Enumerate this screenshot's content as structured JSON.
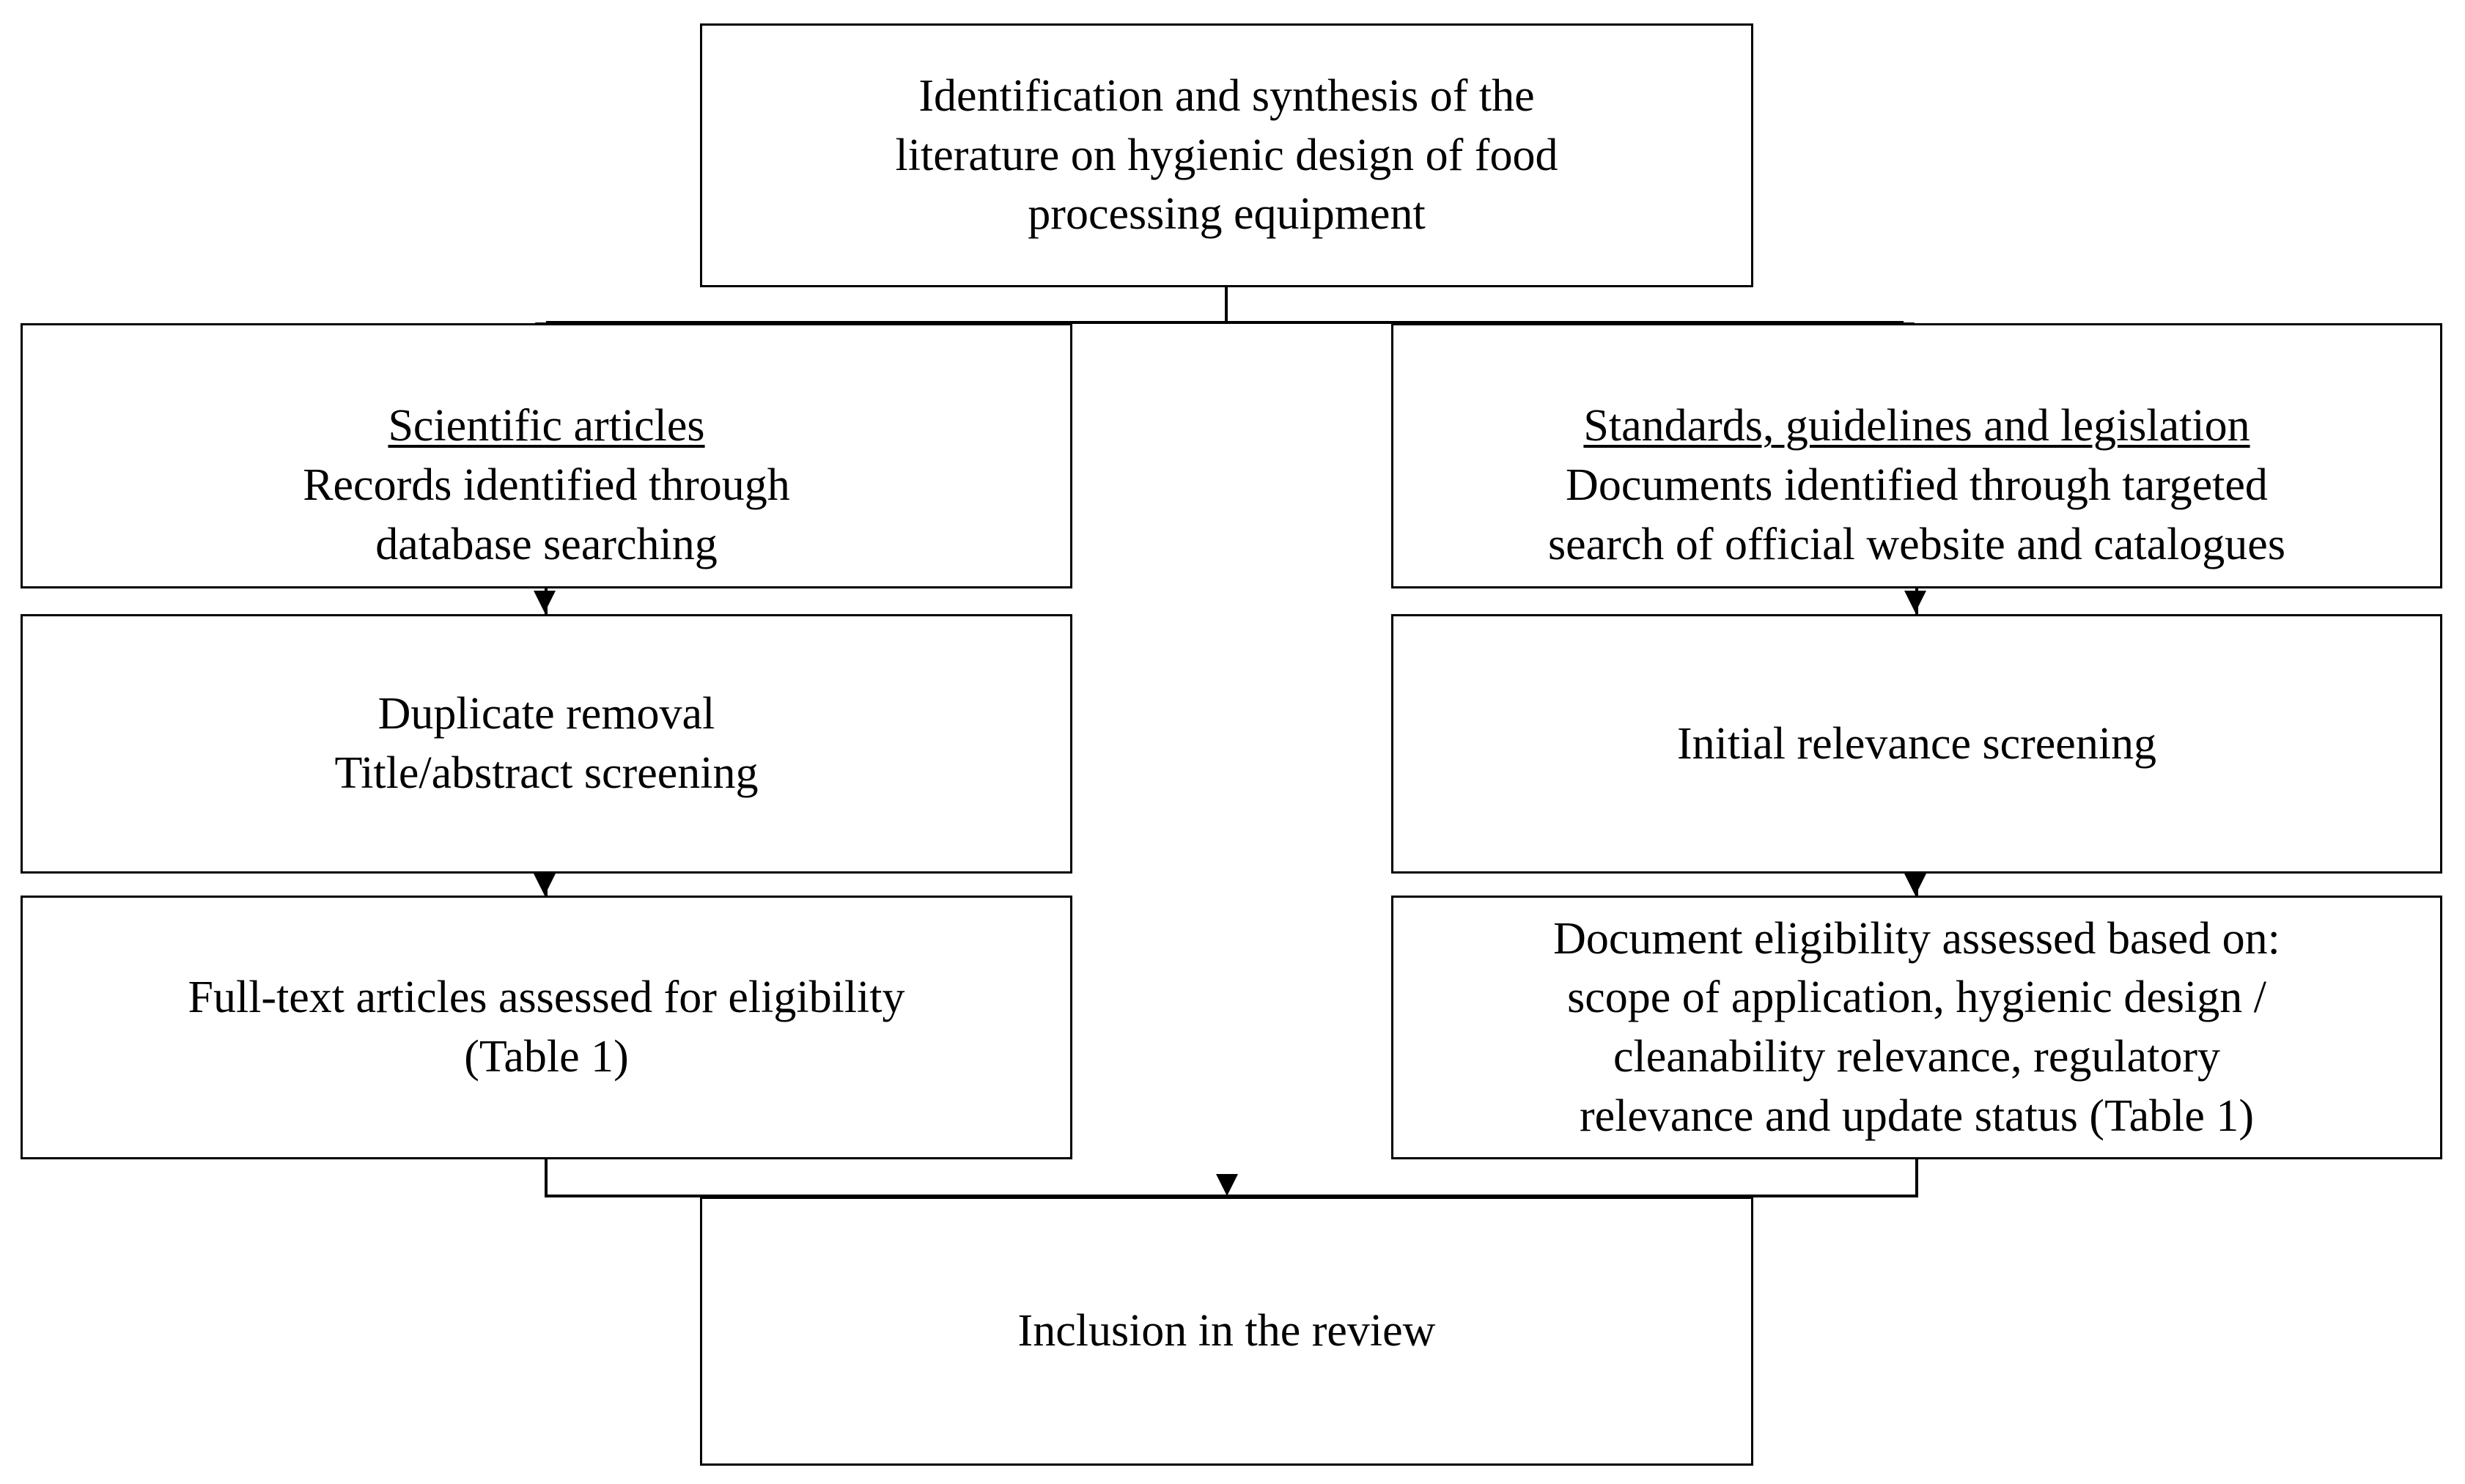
{
  "diagram": {
    "title": "Literature identification and synthesis flowchart",
    "type": "flowchart",
    "colors": {
      "border": "#000000",
      "background": "#ffffff",
      "text": "#000000"
    },
    "nodes": {
      "top": {
        "id": "identification-synthesis",
        "text": "Identification and synthesis of the\nliterature on hygienic design of food\nprocessing equipment"
      },
      "left_column": [
        {
          "id": "scientific-articles-identification",
          "heading": "Scientific articles",
          "text": "Records identified through\ndatabase searching"
        },
        {
          "id": "duplicate-removal-screening",
          "heading": "",
          "text": "Duplicate removal\nTitle/abstract screening"
        },
        {
          "id": "full-text-eligibility",
          "heading": "",
          "text": "Full-text articles assessed for eligibility\n(Table 1)"
        }
      ],
      "right_column": [
        {
          "id": "standards-guidelines-legislation-identification",
          "heading": "Standards, guidelines and legislation",
          "text": "Documents identified through targeted\nsearch of official website and catalogues"
        },
        {
          "id": "initial-relevance-screening",
          "heading": "",
          "text": "Initial relevance screening"
        },
        {
          "id": "document-eligibility",
          "heading": "",
          "text": "Document eligibility assessed based on:\nscope of application, hygienic design /\ncleanability relevance, regulatory\nrelevance and update status (Table 1)"
        }
      ],
      "bottom": {
        "id": "inclusion-in-review",
        "text": "Inclusion in the review"
      }
    },
    "connectors": [
      {
        "id": "split-top-to-columns",
        "from": "identification-synthesis",
        "to": [
          "scientific-articles-identification",
          "standards-guidelines-legislation-identification"
        ],
        "style": "split-arrow"
      },
      {
        "id": "left-1-to-2",
        "from": "scientific-articles-identification",
        "to": [
          "duplicate-removal-screening"
        ],
        "style": "arrow"
      },
      {
        "id": "left-2-to-3",
        "from": "duplicate-removal-screening",
        "to": [
          "full-text-eligibility"
        ],
        "style": "arrow"
      },
      {
        "id": "right-1-to-2",
        "from": "standards-guidelines-legislation-identification",
        "to": [
          "initial-relevance-screening"
        ],
        "style": "arrow"
      },
      {
        "id": "right-2-to-3",
        "from": "initial-relevance-screening",
        "to": [
          "document-eligibility"
        ],
        "style": "arrow"
      },
      {
        "id": "merge-columns-to-bottom",
        "from": [
          "full-text-eligibility",
          "document-eligibility"
        ],
        "to": [
          "inclusion-in-review"
        ],
        "style": "merge-arrow"
      }
    ]
  }
}
